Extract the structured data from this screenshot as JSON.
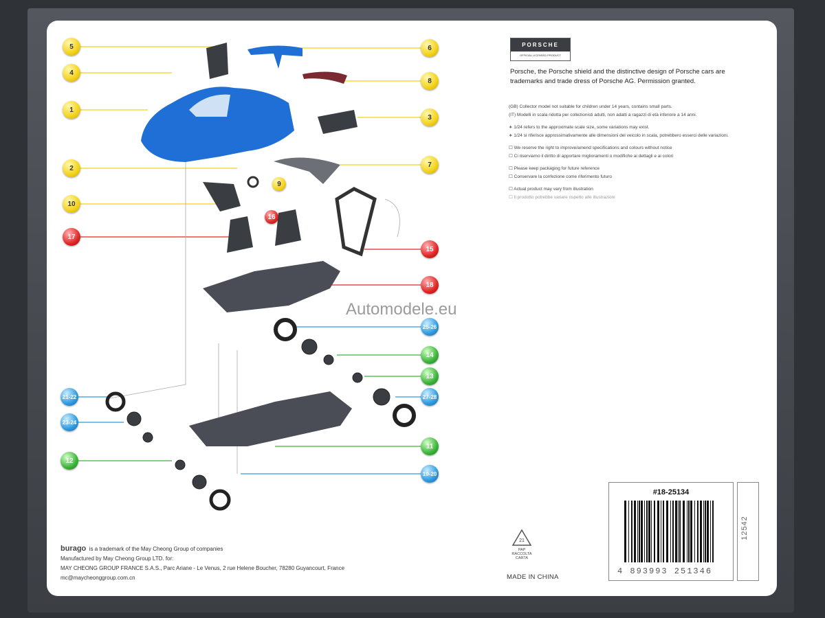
{
  "callouts": [
    {
      "label": "5",
      "color": "yellow"
    },
    {
      "label": "4",
      "color": "yellow"
    },
    {
      "label": "1",
      "color": "yellow"
    },
    {
      "label": "2",
      "color": "yellow"
    },
    {
      "label": "10",
      "color": "yellow"
    },
    {
      "label": "17",
      "color": "red"
    },
    {
      "label": "6",
      "color": "yellow"
    },
    {
      "label": "8",
      "color": "yellow"
    },
    {
      "label": "3",
      "color": "yellow"
    },
    {
      "label": "7",
      "color": "yellow"
    },
    {
      "label": "9",
      "color": "yellow"
    },
    {
      "label": "16",
      "color": "red"
    },
    {
      "label": "15",
      "color": "red"
    },
    {
      "label": "18",
      "color": "red"
    },
    {
      "label": "25-26",
      "color": "blue"
    },
    {
      "label": "14",
      "color": "green"
    },
    {
      "label": "13",
      "color": "green"
    },
    {
      "label": "27-28",
      "color": "blue"
    },
    {
      "label": "11",
      "color": "green"
    },
    {
      "label": "19-20",
      "color": "blue"
    },
    {
      "label": "21-22",
      "color": "blue"
    },
    {
      "label": "23-24",
      "color": "blue"
    },
    {
      "label": "12",
      "color": "green"
    }
  ],
  "colors": {
    "yellow": "#f3d21b",
    "red": "#e02828",
    "blue": "#2f9be0",
    "green": "#3db53a",
    "car_body": "#1f6fd6",
    "parts": "#4a4d55"
  },
  "porsche": {
    "logo": "PORSCHE",
    "licensed": "OFFICIAL LICENSED PRODUCT"
  },
  "trademark_text": "Porsche, the Porsche shield and the distinctive design of Porsche cars are trademarks and trade dress of Porsche AG. Permission granted.",
  "notes": [
    "(GB) Collector model not suitable for children under 14 years, contains small parts.",
    "(IT) Modelli in scala ridotta per collezionisti adulti, non adatti a ragazzi di età inferiore a 14 anni.",
    "∗ 1/24 refers to the approximate scale size, some variations may exist.",
    "∗ 1/24 si riferisce approssimativamente alle dimensioni del veicolo in scala, potrebbero esserci delle variazioni.",
    "☐ We reserve the right to improve/amend specifications and colours without notice",
    "☐ Ci riserviamo il diritto di apportare miglioramenti o modifiche ai dettagli e ai colori",
    "☐ Please keep packaging for future reference",
    "☐ Conservare la confezione come riferimento futuro",
    "☐ Actual product may vary from illustration",
    "☐ Il prodotto potrebbe variare rispetto alle illustrazioni"
  ],
  "footer": {
    "brand": "burago",
    "line1": "is a trademark of the May Cheong Group of companies",
    "line2": "Manufactured by May Cheong Group LTD. for:",
    "line3": "MAY CHEONG GROUP FRANCE S.A.S., Parc Ariane - Le Venus, 2 rue Helene Boucher, 78280 Guyancourt, France",
    "line4": "mc@maycheonggroup.com.cn"
  },
  "recycle": {
    "number": "21",
    "line1": "PAP",
    "line2": "RACCOLTA",
    "line3": "CARTA"
  },
  "made_in": "MADE IN CHINA",
  "barcode": {
    "item_code": "#18-25134",
    "ean": "4 893993 251346",
    "side_number": "12542"
  },
  "watermark": "Automodele.eu"
}
